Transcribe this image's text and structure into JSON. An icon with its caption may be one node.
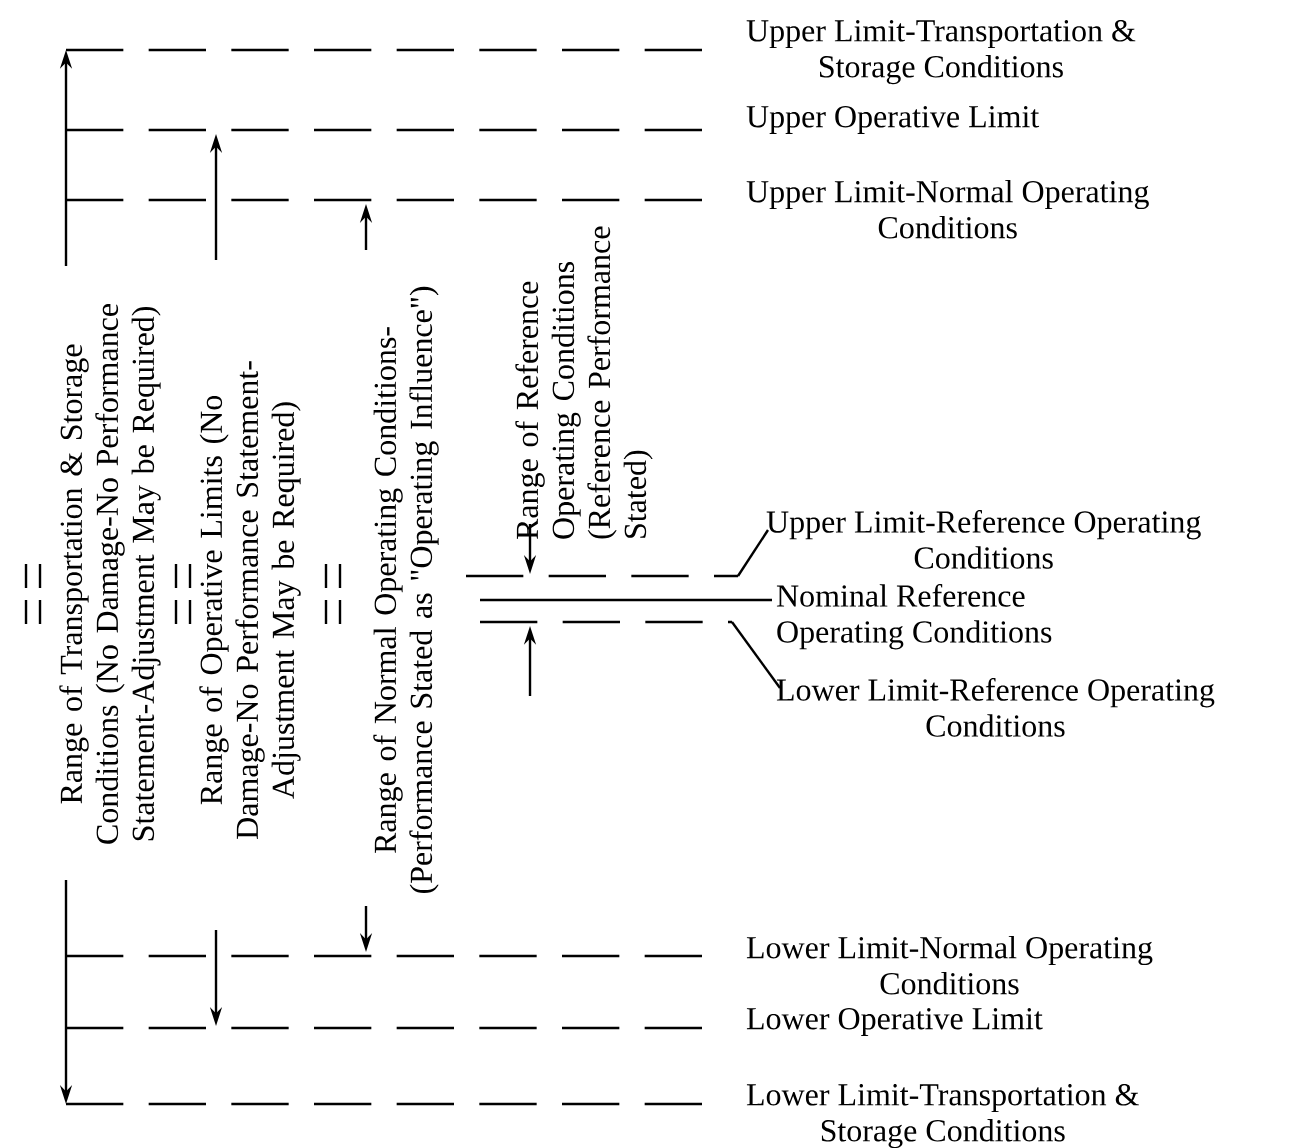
{
  "diagram": {
    "nodes": [
      {
        "text": [
          "Upper Limit-Reference Operating Conditions"
        ]
      },
      {
        "text": [
          "Nominal Reference Operating Conditions"
        ]
      },
      {
        "text": [
          "Lower Limit-Reference Operating Conditions"
        ]
      }
    ],
    "edges": [
      {
        "from": 0,
        "to": null,
        "arrow": "none"
      },
      {
        "from": 1,
        "to": null,
        "arrow": "none"
      },
      {
        "from": 2,
        "to": null,
        "arrow": "none"
      }
    ],
    "labels": [
      "Upper Limit-Transportation & Storage Conditions",
      "Upper Operative Limit",
      "Upper Limit-Normal Operating Conditions",
      "Lower Limit-Normal Operating Conditions",
      "Lower Operative Limit",
      "Lower Limit-Transportation & Storage Conditions",
      "Range of Transportation & Storage Conditions (No Damage-No Performance Statement-Adjustment May be Required)",
      "Range of Operative Limits (No Damage-No Performance Statement-Adjustment May be Required)",
      "Range of Normal Operating Conditions-(Performance Stated as \"Operating Influence\")",
      "Range of Reference Operating Conditions (Reference Performance Stated)"
    ]
  }
}
